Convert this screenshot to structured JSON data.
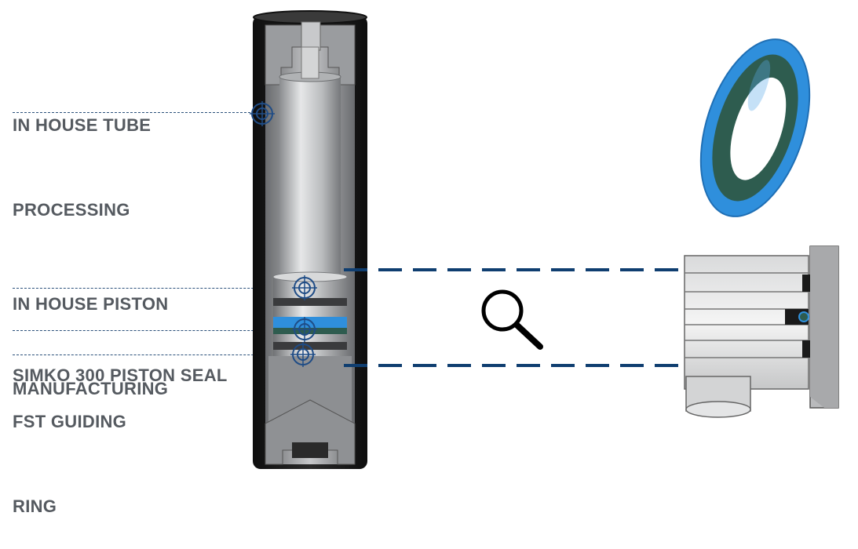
{
  "callouts": [
    {
      "line1": "IN HOUSE TUBE",
      "line2": "PROCESSING"
    },
    {
      "line1": "IN HOUSE PISTON",
      "line2": "MANUFACTURING"
    },
    {
      "line1": "SIMKO 300 PISTON SEAL",
      "line2": ""
    },
    {
      "line1": "FST GUIDING",
      "line2": "RING"
    }
  ],
  "icons": {
    "target": "crosshair-target-icon",
    "zoom": "magnifier-icon"
  },
  "colors": {
    "callout_line": "#2a4f7a",
    "zoom_line": "#0f3e70",
    "seal_blue": "#2f8fdc",
    "seal_green": "#2e5c4f",
    "tube_black": "#1c1c1c",
    "label_gray": "#555a60"
  }
}
